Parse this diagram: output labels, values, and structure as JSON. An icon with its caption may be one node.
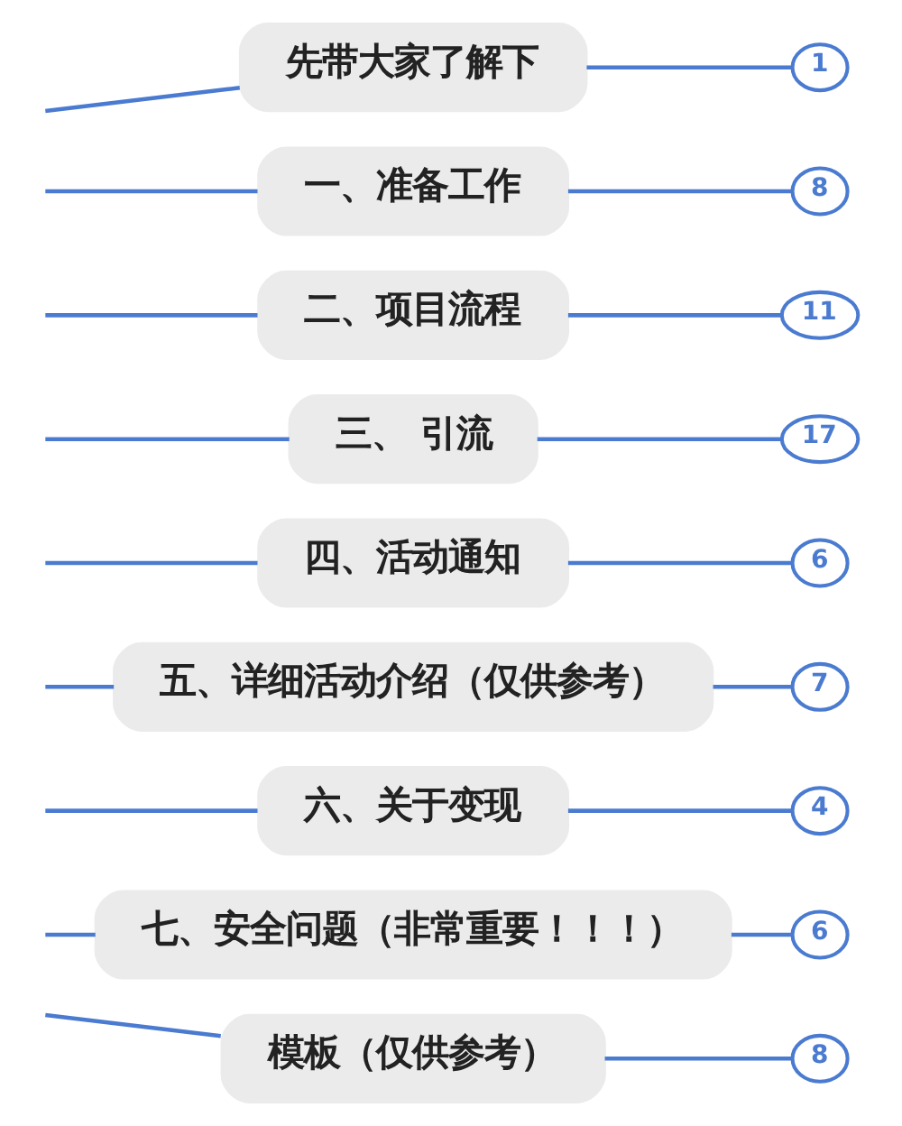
{
  "diagram": {
    "nodes": [
      {
        "text": [
          "先带大家了解下"
        ]
      },
      {
        "text": [
          "1"
        ]
      },
      {
        "text": [
          "一、准备工作"
        ]
      },
      {
        "text": [
          "8"
        ]
      },
      {
        "text": [
          "二、项目流程"
        ]
      },
      {
        "text": [
          "11"
        ]
      },
      {
        "text": [
          "三、 引流"
        ]
      },
      {
        "text": [
          "17"
        ]
      },
      {
        "text": [
          "四、活动通知"
        ]
      },
      {
        "text": [
          "6"
        ]
      },
      {
        "text": [
          "五、详细活动介绍（仅供参考）"
        ]
      },
      {
        "text": [
          "7"
        ]
      },
      {
        "text": [
          "六、关于变现"
        ]
      },
      {
        "text": [
          "4"
        ]
      },
      {
        "text": [
          "七、安全问题（非常重要！！！）"
        ]
      },
      {
        "text": [
          "6"
        ]
      },
      {
        "text": [
          "模板（仅供参考）"
        ]
      },
      {
        "text": [
          "8"
        ]
      }
    ],
    "edges": [
      {
        "from": null,
        "to": 0,
        "arrow": "none"
      },
      {
        "from": null,
        "to": 2,
        "arrow": "none"
      },
      {
        "from": null,
        "to": 4,
        "arrow": "none"
      },
      {
        "from": null,
        "to": 6,
        "arrow": "none"
      },
      {
        "from": null,
        "to": 8,
        "arrow": "none"
      },
      {
        "from": null,
        "to": 10,
        "arrow": "none"
      },
      {
        "from": null,
        "to": 12,
        "arrow": "none"
      },
      {
        "from": null,
        "to": 14,
        "arrow": "none"
      },
      {
        "from": null,
        "to": 16,
        "arrow": "none"
      },
      {
        "from": 0,
        "to": 1,
        "arrow": "none"
      },
      {
        "from": 2,
        "to": 3,
        "arrow": "none"
      },
      {
        "from": 4,
        "to": 5,
        "arrow": "none"
      },
      {
        "from": 6,
        "to": 7,
        "arrow": "none"
      },
      {
        "from": 8,
        "to": 9,
        "arrow": "none"
      },
      {
        "from": 10,
        "to": 11,
        "arrow": "none"
      },
      {
        "from": 12,
        "to": 13,
        "arrow": "none"
      },
      {
        "from": 14,
        "to": 15,
        "arrow": "none"
      },
      {
        "from": 16,
        "to": 17,
        "arrow": "none"
      }
    ]
  }
}
